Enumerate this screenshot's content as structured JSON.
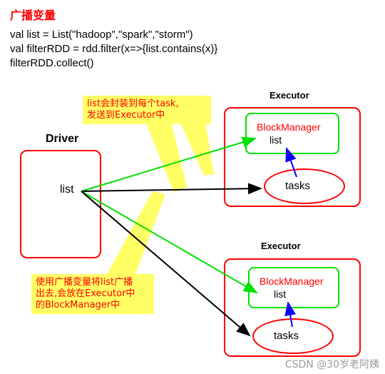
{
  "title": "广播变量",
  "code": [
    "val list = List(\"hadoop\",\"spark\",\"storm\")",
    "val filterRDD = rdd.filter(x=>{list.contains(x)}",
    "filterRDD.collect()"
  ],
  "driver": {
    "label": "Driver",
    "var": "list"
  },
  "executors": [
    {
      "label": "Executor",
      "block_manager": "BlockManager",
      "var": "list",
      "tasks": "tasks"
    },
    {
      "label": "Executor",
      "block_manager": "BlockManager",
      "var": "list",
      "tasks": "tasks"
    }
  ],
  "notes": {
    "top": [
      "list会封装到每个task,",
      "发送到Executor中"
    ],
    "bottom": [
      "使用广播变量将list广播",
      "出去,会放在Executor中",
      "的BlockManager中"
    ]
  },
  "watermark": "CSDN @30岁老阿姨",
  "colors": {
    "red": "#ff0000",
    "green": "#00e000",
    "blue": "#0000ff",
    "callout": "#ffff66"
  }
}
